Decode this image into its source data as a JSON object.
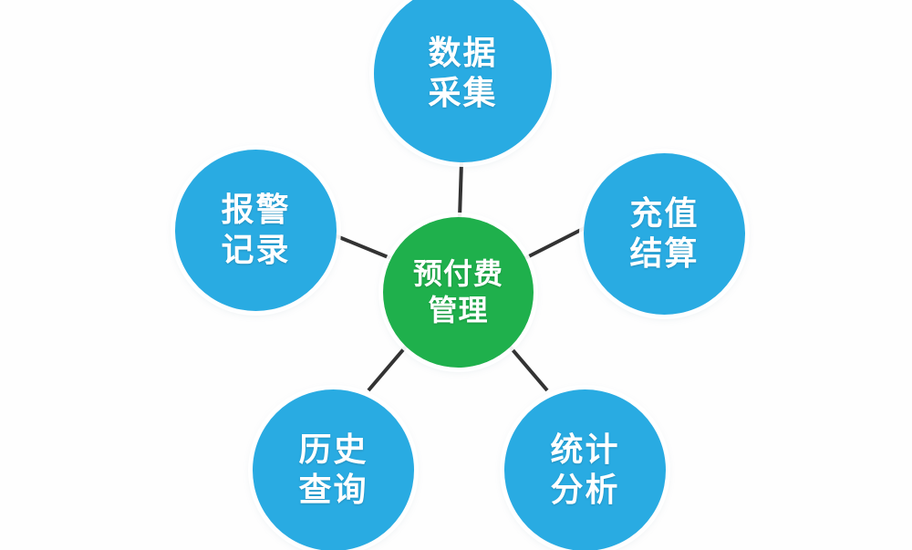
{
  "diagram": {
    "type": "hub-and-spoke",
    "background_color": "#fefefe",
    "hub_color": "#1fb04c",
    "spoke_color": "#29abe2",
    "connector_color": "#333333",
    "hub": {
      "id": "hub",
      "label_line1": "预付费",
      "label_line2": "管理"
    },
    "spokes": [
      {
        "id": "data-collection",
        "label_line1": "数据",
        "label_line2": "采集"
      },
      {
        "id": "recharge",
        "label_line1": "充值",
        "label_line2": "结算"
      },
      {
        "id": "statistics",
        "label_line1": "统计",
        "label_line2": "分析"
      },
      {
        "id": "history",
        "label_line1": "历史",
        "label_line2": "查询"
      },
      {
        "id": "alarm",
        "label_line1": "报警",
        "label_line2": "记录"
      }
    ]
  }
}
